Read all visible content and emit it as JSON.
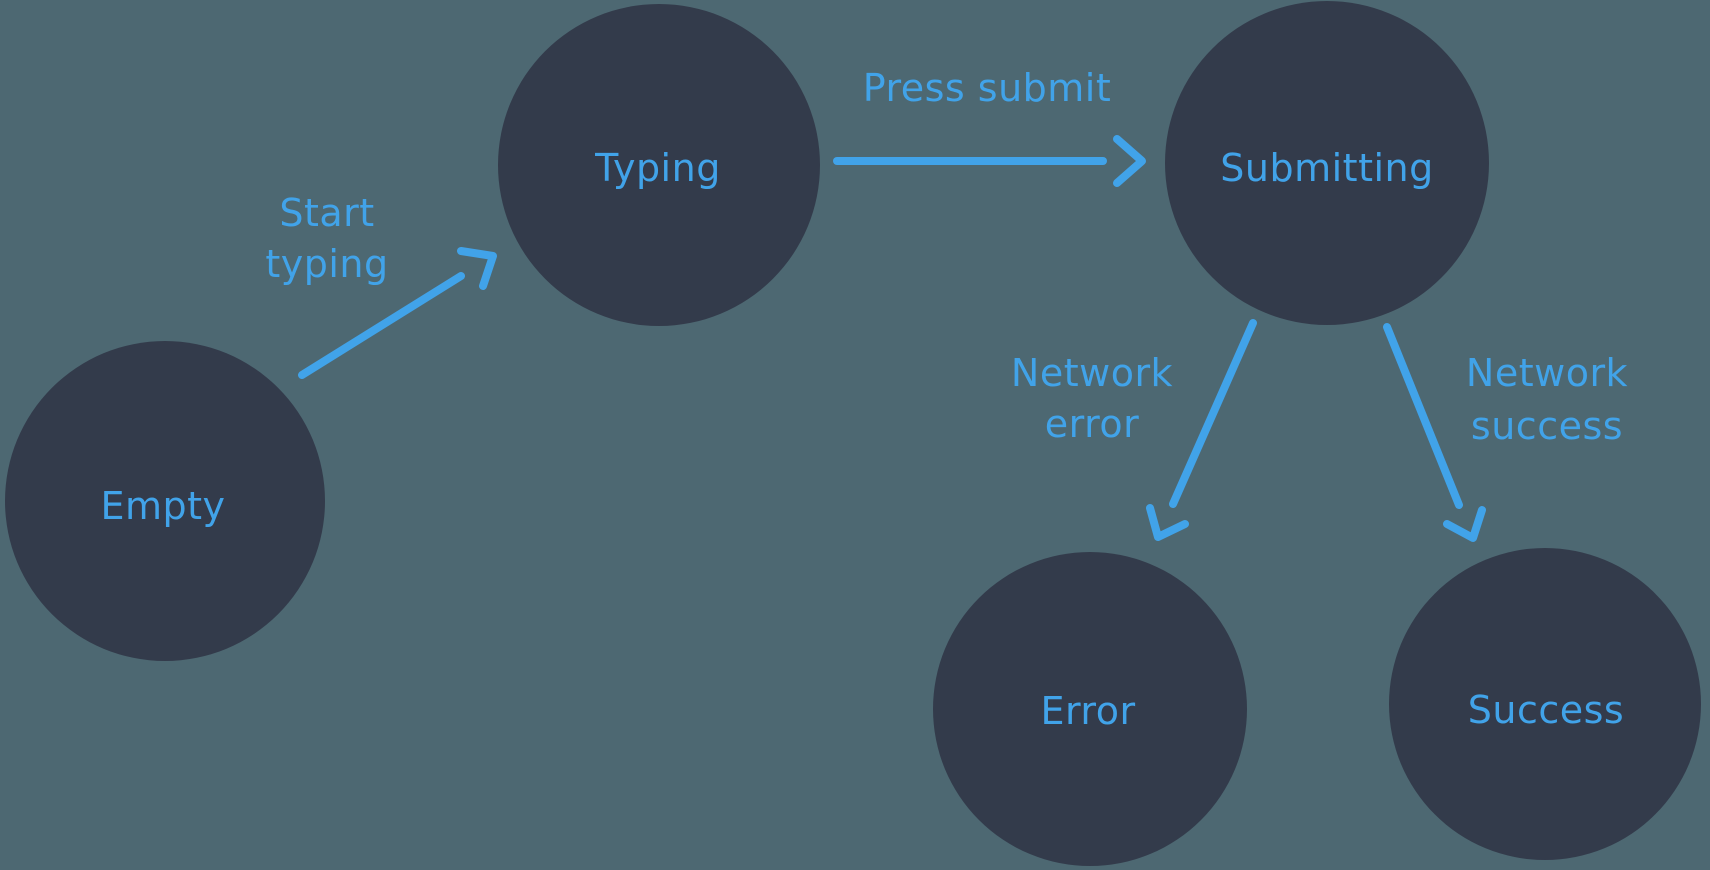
{
  "diagram_type": "state-machine",
  "colors": {
    "background": "#4D6872",
    "state_fill": "#333B4B",
    "accent_blue": "#41A3E9"
  },
  "states": {
    "empty": {
      "label": "Empty"
    },
    "typing": {
      "label": "Typing"
    },
    "submitting": {
      "label": "Submitting"
    },
    "error": {
      "label": "Error"
    },
    "success": {
      "label": "Success"
    }
  },
  "transitions": {
    "start_typing": {
      "from": "Empty",
      "to": "Typing",
      "line1": "Start",
      "line2": "typing"
    },
    "press_submit": {
      "from": "Typing",
      "to": "Submitting",
      "label": "Press submit"
    },
    "network_error": {
      "from": "Submitting",
      "to": "Error",
      "line1": "Network",
      "line2": "error"
    },
    "network_success": {
      "from": "Submitting",
      "to": "Success",
      "line1": "Network",
      "line2": "success"
    }
  }
}
